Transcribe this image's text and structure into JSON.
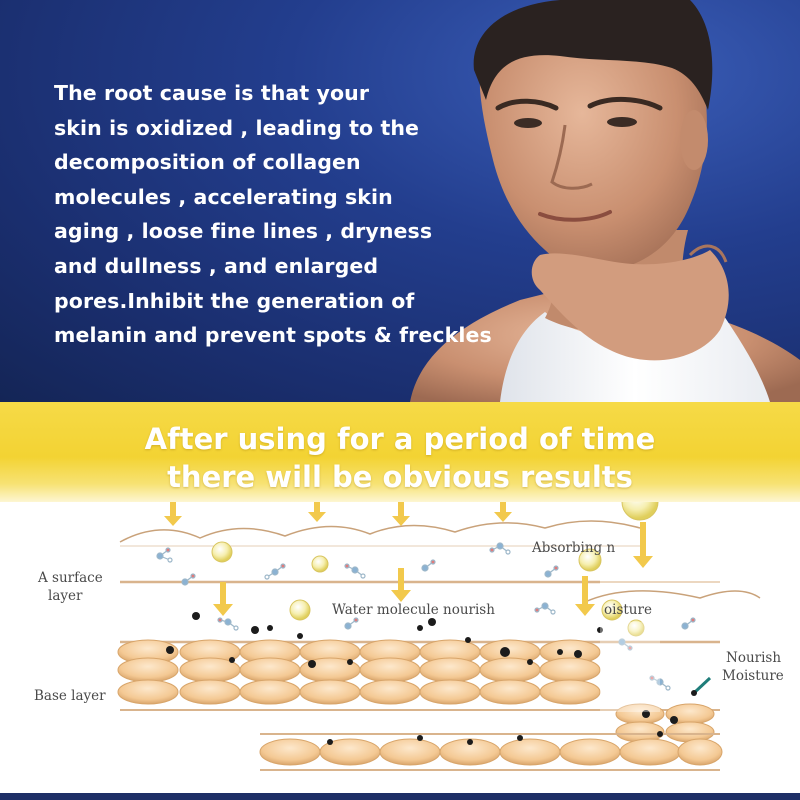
{
  "intro": {
    "lines": [
      "The root cause is that your",
      "skin is oxidized , leading to the",
      "decomposition of collagen",
      "molecules , accelerating skin",
      "aging , loose fine lines , dryness",
      "and dullness , and enlarged",
      "pores.Inhibit the generation of",
      "melanin and prevent spots & freckles"
    ]
  },
  "banner": {
    "line1": "After using for a period of time",
    "line2": "there will be obvious results"
  },
  "diagram": {
    "surface_label_1": "A surface",
    "surface_label_2": "layer",
    "base_label": "Base layer",
    "absorbing_label": "Absorbing n",
    "water_label": "Water molecule nourish",
    "moisture_label": "oisture",
    "nourish_label_1": "Nourish",
    "nourish_label_2": "Moisture"
  },
  "colors": {
    "background_blue": "#233e8e",
    "banner_yellow": "#f3d333",
    "text_white": "#ffffff",
    "cell_tan": "#f3c896",
    "arrow_yellow": "#f2c94c"
  }
}
